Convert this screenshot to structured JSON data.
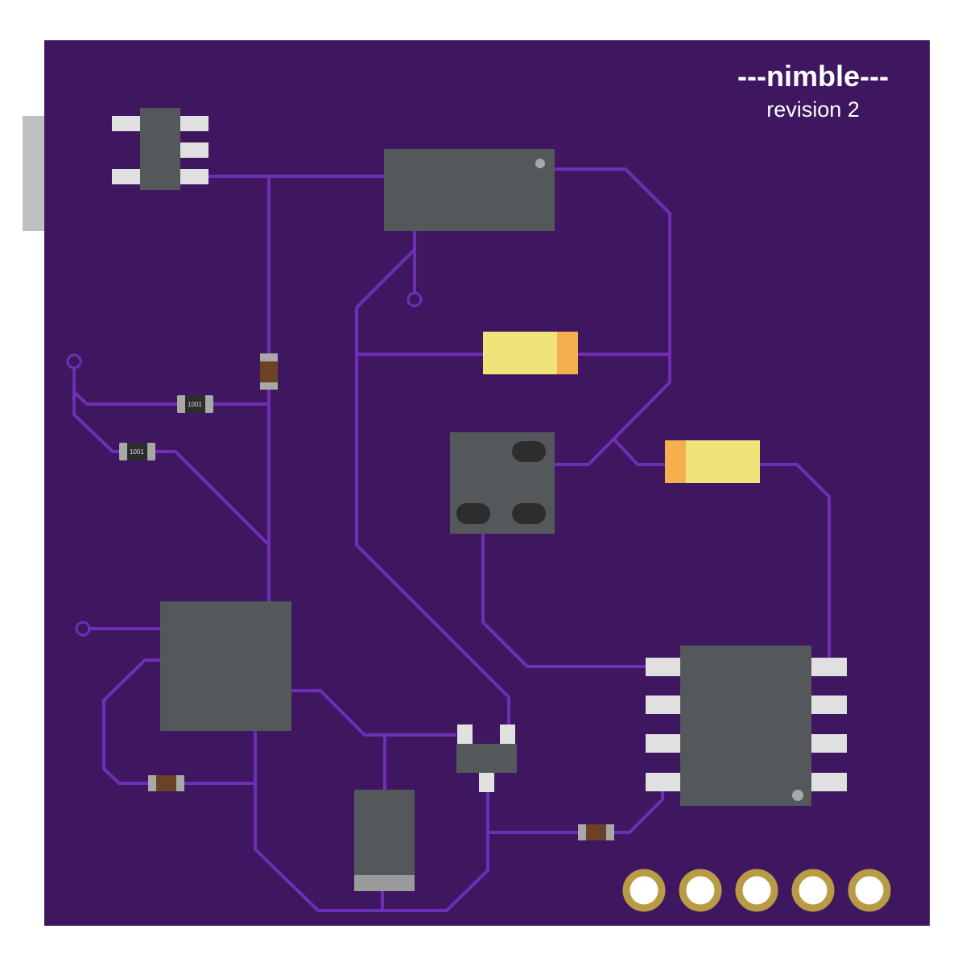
{
  "board": {
    "title": "---nimble---",
    "subtitle": "revision 2",
    "colors": {
      "board": "#3f1760",
      "trace": "#6e2fb6",
      "chip": "#54585a",
      "pad": "#e0e0e0",
      "gold": "#b99a45"
    }
  },
  "resistors": [
    {
      "label": "1001"
    },
    {
      "label": "1001"
    }
  ]
}
